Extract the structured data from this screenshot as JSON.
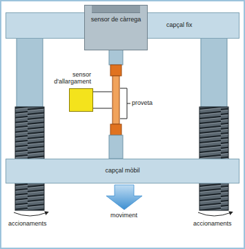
{
  "diagram": {
    "nodes": [
      {
        "text": [
          "sensor de càrrega"
        ]
      },
      {
        "text": [
          "capçal fix"
        ]
      },
      {
        "text": [
          "sensor d'allargament"
        ]
      },
      {
        "text": [
          "capçal mòbil"
        ]
      }
    ],
    "labels": [
      "proveta",
      "moviment",
      "accionaments",
      "accionaments"
    ]
  }
}
